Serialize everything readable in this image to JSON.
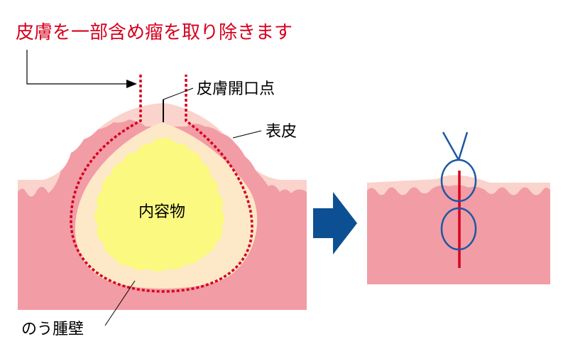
{
  "labels": {
    "removal_note": "皮膚を一部含め瘤を取り除きます",
    "skin_opening": "皮膚開口点",
    "epidermis": "表皮",
    "contents": "内容物",
    "cyst_wall": "のう腫壁"
  },
  "colors": {
    "red_accent": "#d7001e",
    "skin_base": "#f29ca5",
    "skin_dark": "#e88791",
    "epidermis": "#fad3cc",
    "cyst_lining": "#fde8c8",
    "contents_fill": "#fbf97f",
    "arrow_blue": "#0d4f93",
    "suture_blue": "#1c57a5"
  }
}
